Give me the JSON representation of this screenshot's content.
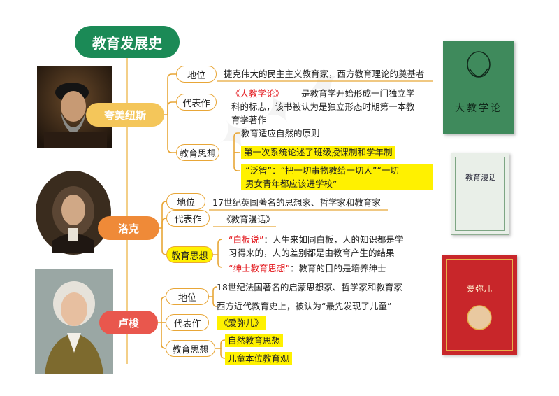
{
  "title": "教育发展史",
  "people": [
    {
      "name": "夸美纽斯",
      "status_label": "地位",
      "status_text": "捷克伟大的民主主义教育家，西方教育理论的奠基者",
      "works_label": "代表作",
      "works_title": "《大教学论》",
      "works_line1": "——是教育学开始形成一门独立学",
      "works_line2": "科的标志，该书被认为是独立形态时期第一本教",
      "works_line3": "育学著作",
      "thought_label": "教育思想",
      "thought_1": "教育适应自然的原则",
      "thought_2": "第一次系统论述了班级授课制和学年制",
      "thought_3_line1": "“泛智”：“把一切事物教给一切人”“一切",
      "thought_3_line2": "男女青年都应该进学校”"
    },
    {
      "name": "洛克",
      "status_label": "地位",
      "status_text": "17世纪英国著名的思想家、哲学家和教育家",
      "works_label": "代表作",
      "works_title": "《教育漫话》",
      "thought_label": "教育思想",
      "thought_1_key": "“白板说”",
      "thought_1_rest": "：人生来如同白板，人的知识都是学",
      "thought_1_line2": "习得来的，人的差别都是由教育产生的结果",
      "thought_2_key": "“绅士教育思想”",
      "thought_2_rest": "：教育的目的是培养绅士"
    },
    {
      "name": "卢梭",
      "status_label": "地位",
      "status_text_1": "18世纪法国著名的启蒙思想家、哲学家和教育家",
      "status_text_2": "西方近代教育史上，被认为“最先发现了儿童”",
      "works_label": "代表作",
      "works_title": "《爱弥儿》",
      "thought_label": "教育思想",
      "thought_1": "自然教育思想",
      "thought_2": "儿童本位教育观"
    }
  ],
  "books": [
    {
      "title": "大教学论",
      "cover_color": "#3f8a5c"
    },
    {
      "title": "教育漫话",
      "cover_color": "#e9efe8"
    },
    {
      "title": "爱弥儿",
      "cover_color": "#c8262a"
    }
  ],
  "colors": {
    "title_green": "#1b8a56",
    "person1": "#f4c65a",
    "person2": "#ef8a38",
    "person3": "#e9574d",
    "branch": "#e8a637",
    "highlight": "#fff100",
    "key_red": "#e3161b"
  }
}
